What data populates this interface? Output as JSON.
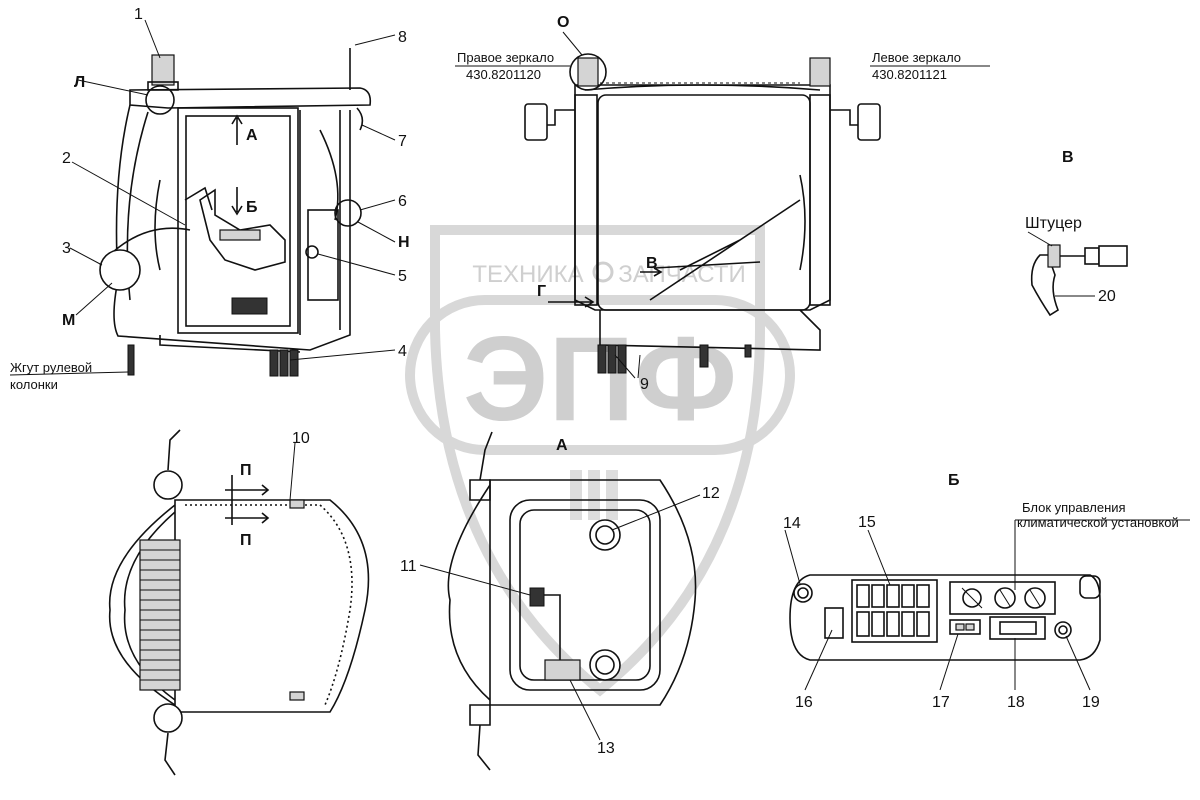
{
  "watermark": {
    "line1_left": "ТЕХНИКА",
    "line1_right": "ЗАПЧАСТИ",
    "big": "ЭПФ"
  },
  "views": {
    "a": "А",
    "b": "Б",
    "v": "В",
    "g": "Г",
    "o": "О",
    "l": "Л",
    "m": "М",
    "n": "Н",
    "p1": "П",
    "p2": "П"
  },
  "side_view_labels": {
    "a_arrow": "А",
    "b_arrow": "Б"
  },
  "callouts": [
    "1",
    "2",
    "3",
    "4",
    "5",
    "6",
    "7",
    "8",
    "9",
    "10",
    "11",
    "12",
    "13",
    "14",
    "15",
    "16",
    "17",
    "18",
    "19",
    "20"
  ],
  "captions": {
    "right_mirror": "Правое зеркало",
    "right_mirror_code": "430.8201120",
    "left_mirror": "Левое зеркало",
    "left_mirror_code": "430.8201121",
    "steering_harness_1": "Жгут рулевой",
    "steering_harness_2": "колонки",
    "fitting": "Штуцер",
    "climate_1": "Блок управления",
    "climate_2": "климатической установкой"
  }
}
